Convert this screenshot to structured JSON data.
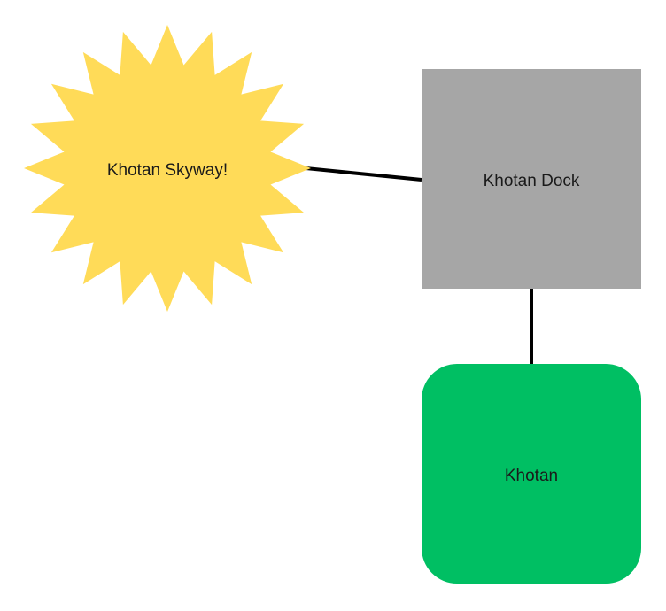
{
  "diagram": {
    "nodes": {
      "skyway": {
        "label": "Khotan Skyway!",
        "shape": "starburst",
        "color": "#ffdb58"
      },
      "dock": {
        "label": "Khotan Dock",
        "shape": "square",
        "color": "#a6a6a6"
      },
      "khotan": {
        "label": "Khotan",
        "shape": "rounded-square",
        "color": "#00bf63"
      }
    },
    "edges": [
      {
        "from": "Khotan Skyway!",
        "to": "Khotan Dock"
      },
      {
        "from": "Khotan Dock",
        "to": "Khotan"
      }
    ],
    "edge_color": "#000000"
  }
}
